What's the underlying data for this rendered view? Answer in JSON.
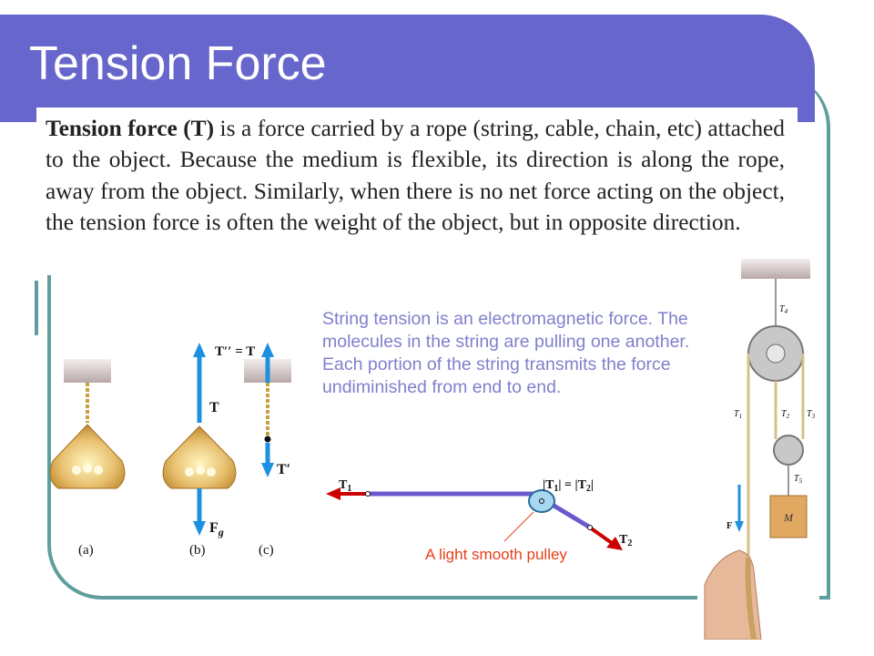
{
  "slide": {
    "title": "Tension Force",
    "definition": {
      "bold_term": "Tension force (T)",
      "body": " is a force carried by a rope (string, cable, chain, etc) attached to the object. Because the medium is flexible, its direction is along the rope, away from the object. Similarly, when there is no net force acting on the object, the tension force is often the weight of the object, but in opposite direction."
    },
    "explanation": "String tension is an electromagnetic force. The molecules in the string are pulling one another. Each portion of the string transmits the force undiminished from end to end.",
    "pulley_caption": "A light smooth pulley"
  },
  "chandelier_figure": {
    "labels": {
      "t_double_prime": "T′′ = T",
      "t": "T",
      "t_prime": "T′",
      "fg": "F",
      "fg_sub": "g",
      "a": "(a)",
      "b": "(b)",
      "c": "(c)"
    }
  },
  "rope_figure": {
    "labels": {
      "t1": "T",
      "t1_sub": "1",
      "t2": "T",
      "t2_sub": "2",
      "equation_left": "|T",
      "equation_left_sub": "1",
      "equation_mid": "| = |T",
      "equation_right_sub": "2",
      "equation_end": "|"
    }
  },
  "pulley_system_figure": {
    "labels": {
      "t4": "T",
      "t4_sub": "4",
      "t1": "T",
      "t1_sub": "1",
      "t2": "T",
      "t2_sub": "2",
      "t3": "T",
      "t3_sub": "3",
      "t5": "T",
      "t5_sub": "5",
      "f": "F",
      "mass": "M"
    }
  },
  "colors": {
    "title_bar": "#6666cc",
    "frame": "#5f9e9e",
    "explanation_text": "#8080cc",
    "caption_text": "#e8401a",
    "arrow_blue": "#1e90e0",
    "arrow_red": "#cc0000",
    "rope_purple": "#6a5acd"
  }
}
